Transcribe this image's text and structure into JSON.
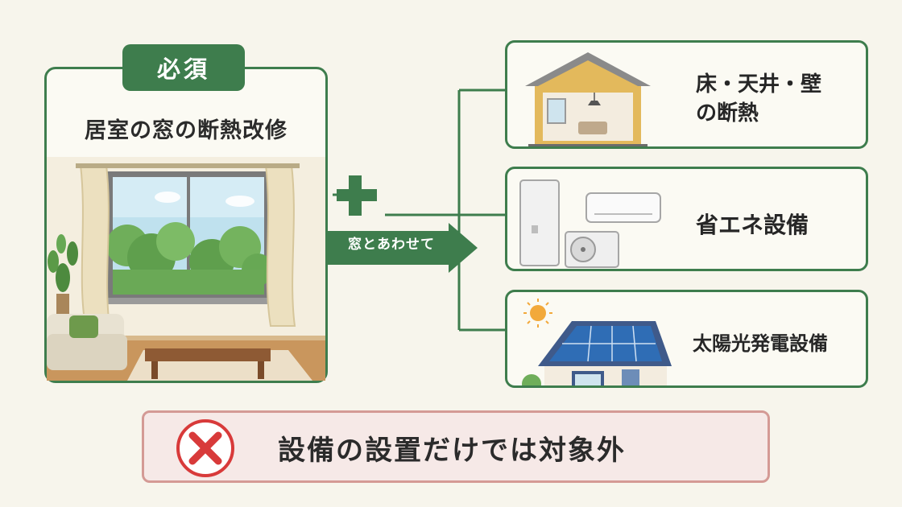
{
  "required": {
    "badge": "必須",
    "title": "居室の窓の断熱改修"
  },
  "connector": {
    "arrow_label": "窓とあわせて"
  },
  "options": [
    {
      "line1": "床・天井・壁",
      "line2": "の断熱"
    },
    {
      "label": "省エネ設備"
    },
    {
      "label": "太陽光発電設備"
    }
  ],
  "note": {
    "text": "設備の設置だけでは対象外"
  },
  "colors": {
    "green": "#3e7d4d",
    "red_cross": "#d83a3a",
    "note_border": "#d49a95",
    "note_bg": "#f6e9e7"
  }
}
